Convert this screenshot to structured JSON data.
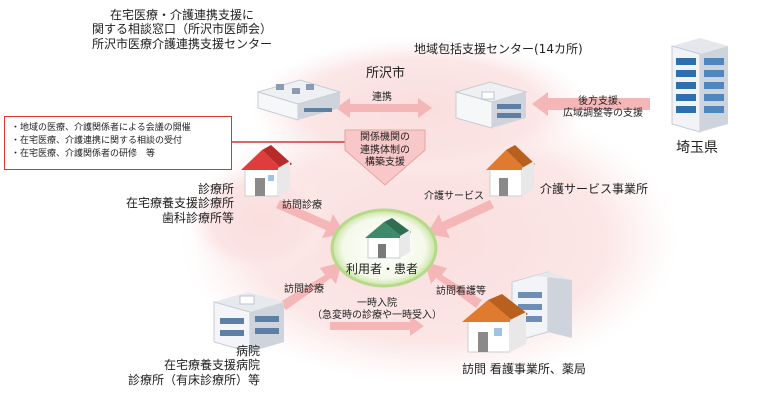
{
  "consult_center": {
    "lines": [
      "在宅医療・介護連携支援に",
      "関する相談窓口（所沢市医師会）",
      "所沢市医療介護連携支援センター"
    ]
  },
  "notes": [
    "・地域の医療、介護関係者による会議の開催",
    "・在宅医療、介護連携に関する相談の受付",
    "・在宅医療、介護関係者の研修　等"
  ],
  "city_label": "所沢市",
  "renkei_label": "連携",
  "houkatsu_label": "地域包括支援センター(14カ所)",
  "support_label": {
    "line1": "後方支援、",
    "line2": "広域調整等の支援"
  },
  "prefecture_label": "埼玉県",
  "network_arrow": {
    "line1": "関係機関の",
    "line2": "連携体制の",
    "line3": "構築支援"
  },
  "clinic_label": {
    "line1": "診療所",
    "line2": "在宅療養支援診療所",
    "line3": "歯科診療所等"
  },
  "home_visit_top": "訪問診療",
  "care_service_label": "介護サービス",
  "care_office_label": "介護サービス事業所",
  "center_label": "利用者・患者",
  "home_visit_bottom": "訪問診療",
  "admission_label": {
    "line1": "一時入院",
    "line2": "（急変時の診療や一時受入）"
  },
  "nursing_visit_label": "訪問看護等",
  "hospital_label": {
    "line1": "病院",
    "line2": "在宅療養支援病院",
    "line3": "診療所（有床診療所）等"
  },
  "nursing_office_label": "訪問 看護事業所、薬局",
  "colors": {
    "glow": "#f9d6d6",
    "arrow": "#f4b6b6",
    "accent_red": "#d83434",
    "center_ring": "#c8e4a0",
    "house_green": "#3f8a6a",
    "roof_red": "#e03c3c",
    "roof_orange": "#e07a2e"
  }
}
